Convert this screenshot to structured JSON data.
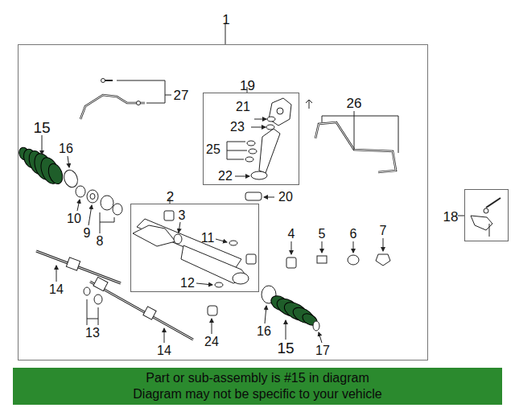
{
  "diagram": {
    "nodes": [
      {
        "text": [
          "1"
        ]
      },
      {
        "text": [
          "19"
        ],
        "in": 0
      },
      {
        "text": [
          "2"
        ],
        "in": 0
      },
      {
        "text": [
          "18"
        ]
      },
      {
        "text": [
          "Part or sub-assembly is #15 in diagram",
          "Diagram may not be specific to your vehicle"
        ]
      }
    ],
    "edges": [],
    "labels": [
      "27",
      "21",
      "23",
      "25",
      "22",
      "20",
      "26",
      "15",
      "16",
      "10",
      "9",
      "8",
      "3",
      "11",
      "12",
      "4",
      "5",
      "6",
      "7",
      "14",
      "13",
      "14",
      "24",
      "16",
      "15",
      "17"
    ]
  }
}
